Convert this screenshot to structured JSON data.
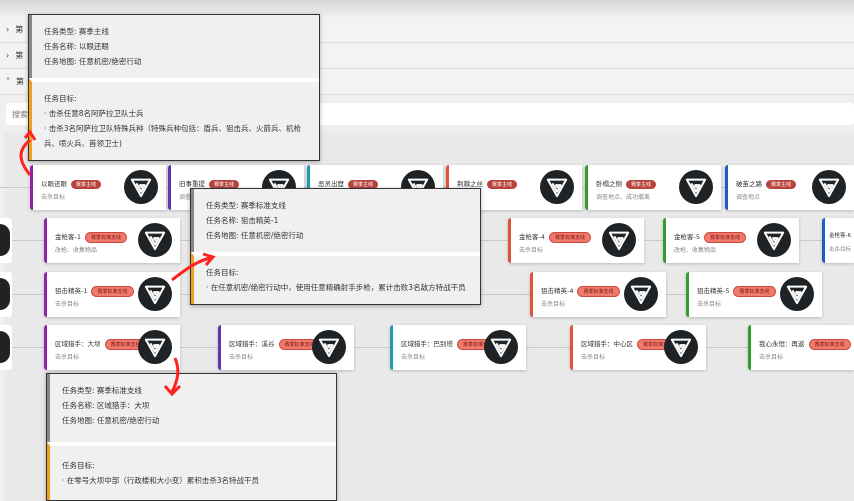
{
  "accordion": [
    {
      "label": "第"
    },
    {
      "label": "第"
    },
    {
      "label": "第"
    }
  ],
  "search": {
    "placeholder": "搜索"
  },
  "colors": {
    "main_badge": "#b8433d",
    "side_badge": "#f07a6c",
    "purple": "#8e24aa",
    "indigo": "#5e35b1",
    "teal": "#1e9bb0",
    "red": "#e0533a",
    "green": "#2e9e2e",
    "blue": "#1e5bc6",
    "objective_accent": "#f0a020"
  },
  "cards": [
    {
      "title": "以眼还眼",
      "badge": "赛季主线",
      "sub": "击杀目标",
      "color": "purple",
      "type": "main"
    },
    {
      "title": "旧事重提",
      "badge": "赛季主线",
      "sub": "调查",
      "color": "indigo",
      "type": "main"
    },
    {
      "title": "恶灵出窟",
      "badge": "赛季主线",
      "sub": "",
      "color": "teal",
      "type": "main"
    },
    {
      "title": "荆棘之丝",
      "badge": "赛季主线",
      "sub": "",
      "color": "red",
      "type": "main"
    },
    {
      "title": "卧榻之侧",
      "badge": "赛季主线",
      "sub": "调查地点、成功撤离",
      "color": "green",
      "type": "main"
    },
    {
      "title": "破茧之路",
      "badge": "赛季主线",
      "sub": "调查地点",
      "color": "blue",
      "type": "main"
    },
    {
      "title": "金枪客-1",
      "badge": "赛季标准支线",
      "sub": "改枪、收集物品",
      "color": "purple",
      "type": "side"
    },
    {
      "title": "金枪客-4",
      "badge": "赛季标准支线",
      "sub": "击杀目标",
      "color": "red",
      "type": "side"
    },
    {
      "title": "金枪客-5",
      "badge": "赛季标准支线",
      "sub": "改枪、收集物品",
      "color": "green",
      "type": "side"
    },
    {
      "title": "金枪客-6",
      "badge": "",
      "sub": "击杀目标",
      "color": "blue",
      "type": "side"
    },
    {
      "title": "狙击精英-1",
      "badge": "赛季标准支线",
      "sub": "击杀目标",
      "color": "purple",
      "type": "side"
    },
    {
      "title": "狙击精英-4",
      "badge": "赛季标准支线",
      "sub": "击杀目标",
      "color": "red",
      "type": "side"
    },
    {
      "title": "狙击精英-5",
      "badge": "赛季标准支线",
      "sub": "击杀目标",
      "color": "green",
      "type": "side"
    },
    {
      "title": "区域猎手：大坝",
      "badge": "赛季标准支线",
      "sub": "击杀目标",
      "color": "purple",
      "type": "side"
    },
    {
      "title": "区域猎手：溪谷",
      "badge": "赛季标准支线",
      "sub": "击杀目标",
      "color": "indigo",
      "type": "side"
    },
    {
      "title": "区域猎手：巴别塔",
      "badge": "赛季标准支线",
      "sub": "击杀目标",
      "color": "teal",
      "type": "side"
    },
    {
      "title": "区域猎手：中心区",
      "badge": "赛季标准支线",
      "sub": "击杀目标",
      "color": "red",
      "type": "side"
    },
    {
      "title": "我心永恒：再返",
      "badge": "赛季标准支线",
      "sub": "击杀目标",
      "color": "green",
      "type": "side"
    }
  ],
  "tooltips": [
    {
      "type": "任务类型: 赛季主线",
      "name": "任务名称: 以眼还眼",
      "map": "任务地图: 任意机密/绝密行动",
      "goal_label": "任务目标:",
      "goals": [
        "· 击杀任意8名阿萨拉卫队士兵",
        "· 击杀3名阿萨拉卫队特殊兵种（特殊兵种包括：盾兵、狙击兵、火箭兵、机枪兵、喷火兵、首领卫士)"
      ]
    },
    {
      "type": "任务类型: 赛季标准支线",
      "name": "任务名称: 狙击精英-1",
      "map": "任务地图: 任意机密/绝密行动",
      "goal_label": "任务目标:",
      "goals": [
        "· 在任意机密/绝密行动中，使用任意精确射手步枪，累计击败3名敌方特战干员"
      ]
    },
    {
      "type": "任务类型: 赛季标准支线",
      "name": "任务名称: 区域猎手：大坝",
      "map": "任务地图: 任意机密/绝密行动",
      "goal_label": "任务目标:",
      "goals": [
        "· 在零号大坝中部（行政楼和大小变）累积击杀3名特战干员"
      ]
    }
  ]
}
